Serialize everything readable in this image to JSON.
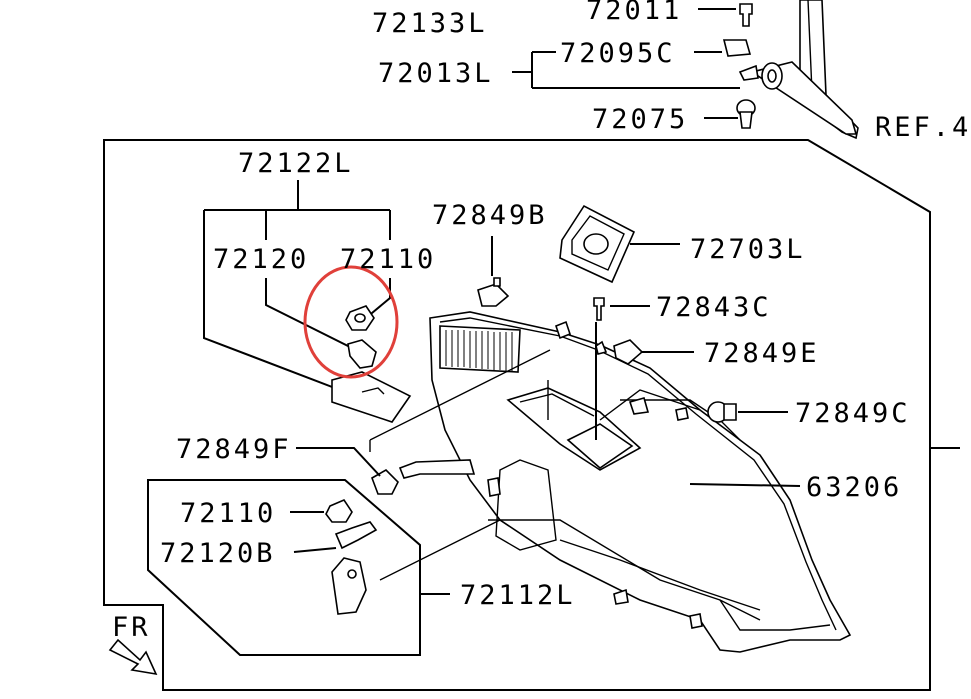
{
  "labels": {
    "p72133L": "72133L",
    "p72011": "72011",
    "p72095C": "72095C",
    "p72013L": "72013L",
    "p72075": "72075",
    "ref4": "REF.4",
    "p72122L": "72122L",
    "p72120": "72120",
    "p72110_top": "72110",
    "p72849B": "72849B",
    "p72703L": "72703L",
    "p72843C": "72843C",
    "p72849E": "72849E",
    "p72849C": "72849C",
    "p72849F": "72849F",
    "p63206": "63206",
    "p72110_inset": "72110",
    "p72120B": "72120B",
    "p72112L": "72112L",
    "fr": "FR"
  },
  "colors": {
    "line": "#000000",
    "highlight_circle": "#e0403a",
    "background": "#ffffff"
  }
}
